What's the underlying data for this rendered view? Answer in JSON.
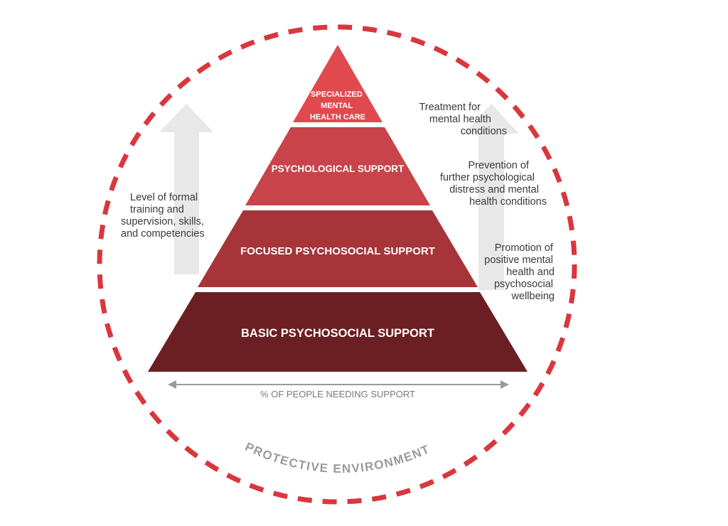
{
  "colors": {
    "tier_top": "#e04a4f",
    "tier_second": "#c9434a",
    "tier_third": "#a73438",
    "tier_base": "#6b1f22",
    "dashed_circle": "#d9373e",
    "arrow": "#e8e8e8",
    "axis_arrow": "#9a9a9a"
  },
  "pyramid": {
    "tiers": [
      {
        "label": "SPECIALIZED MENTAL HEALTH CARE",
        "lines": [
          "SPECIALIZED",
          "MENTAL",
          "HEALTH CARE"
        ]
      },
      {
        "label": "PSYCHOLOGICAL SUPPORT"
      },
      {
        "label": "FOCUSED PSYCHOSOCIAL SUPPORT"
      },
      {
        "label": "BASIC PSYCHOSOCIAL SUPPORT"
      }
    ]
  },
  "left_arrow": {
    "lines": [
      "Level of formal",
      "training and",
      "supervision, skills,",
      "and competencies"
    ]
  },
  "right_arrow": {
    "notes": [
      {
        "lines": [
          "Treatment for",
          "mental health",
          "conditions"
        ]
      },
      {
        "lines": [
          "Prevention of",
          "further psychological",
          "distress and mental",
          "health conditions"
        ]
      },
      {
        "lines": [
          "Promotion of",
          "positive mental",
          "health and",
          "psychosocial",
          "wellbeing"
        ]
      }
    ]
  },
  "axis": {
    "label": "% OF PEOPLE NEEDING SUPPORT"
  },
  "environment": {
    "label": "PROTECTIVE ENVIRONMENT"
  }
}
